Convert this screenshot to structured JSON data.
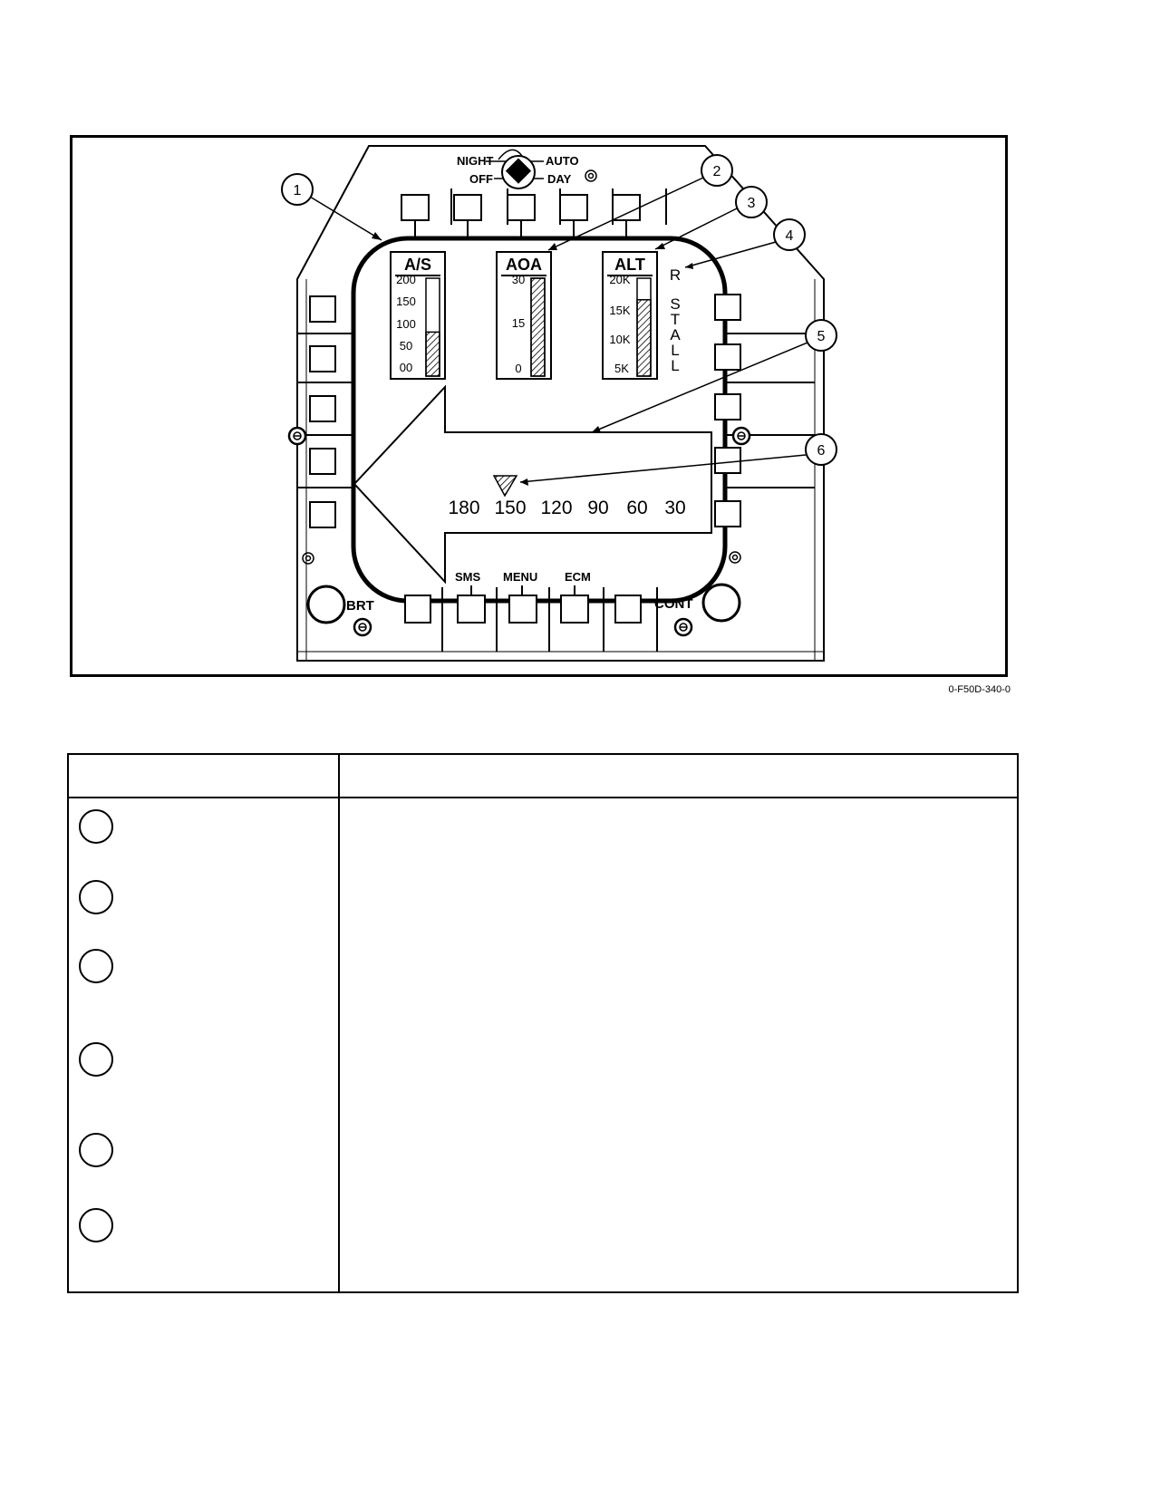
{
  "figure": {
    "id": "0-F50D-340-0",
    "mode_switch": {
      "positions": [
        "NIGHT",
        "AUTO",
        "OFF",
        "DAY"
      ]
    },
    "bezel_labels": {
      "brightness": "BRT",
      "contrast": "CONT",
      "pb_left": "SMS",
      "pb_center": "MENU",
      "pb_right": "ECM"
    },
    "airspeed_scale": {
      "title": "A/S",
      "ticks": [
        "200",
        "150",
        "100",
        "50",
        "00"
      ],
      "fill_fraction": 0.45
    },
    "aoa_scale": {
      "title": "AOA",
      "ticks": [
        "30",
        "15",
        "0"
      ],
      "fill_fraction": 1.0
    },
    "altitude_scale": {
      "title": "ALT",
      "ticks": [
        "20K",
        "15K",
        "10K",
        "5K"
      ],
      "fill_fraction": 0.78
    },
    "stall_text": [
      "R",
      "S",
      "T",
      "A",
      "L",
      "L"
    ],
    "heading_scale": [
      "180",
      "150",
      "120",
      "90",
      "60",
      "30"
    ],
    "callouts": [
      "1",
      "2",
      "3",
      "4",
      "5",
      "6"
    ]
  },
  "colors": {
    "ink": "#000000",
    "paper": "#ffffff"
  },
  "legend": {
    "header": {
      "item": "",
      "description": ""
    },
    "rows": [
      {
        "key": "",
        "description": ""
      },
      {
        "key": "",
        "description": ""
      },
      {
        "key": "",
        "description": ""
      },
      {
        "key": "",
        "description": ""
      },
      {
        "key": "",
        "description": ""
      },
      {
        "key": "",
        "description": ""
      }
    ]
  }
}
